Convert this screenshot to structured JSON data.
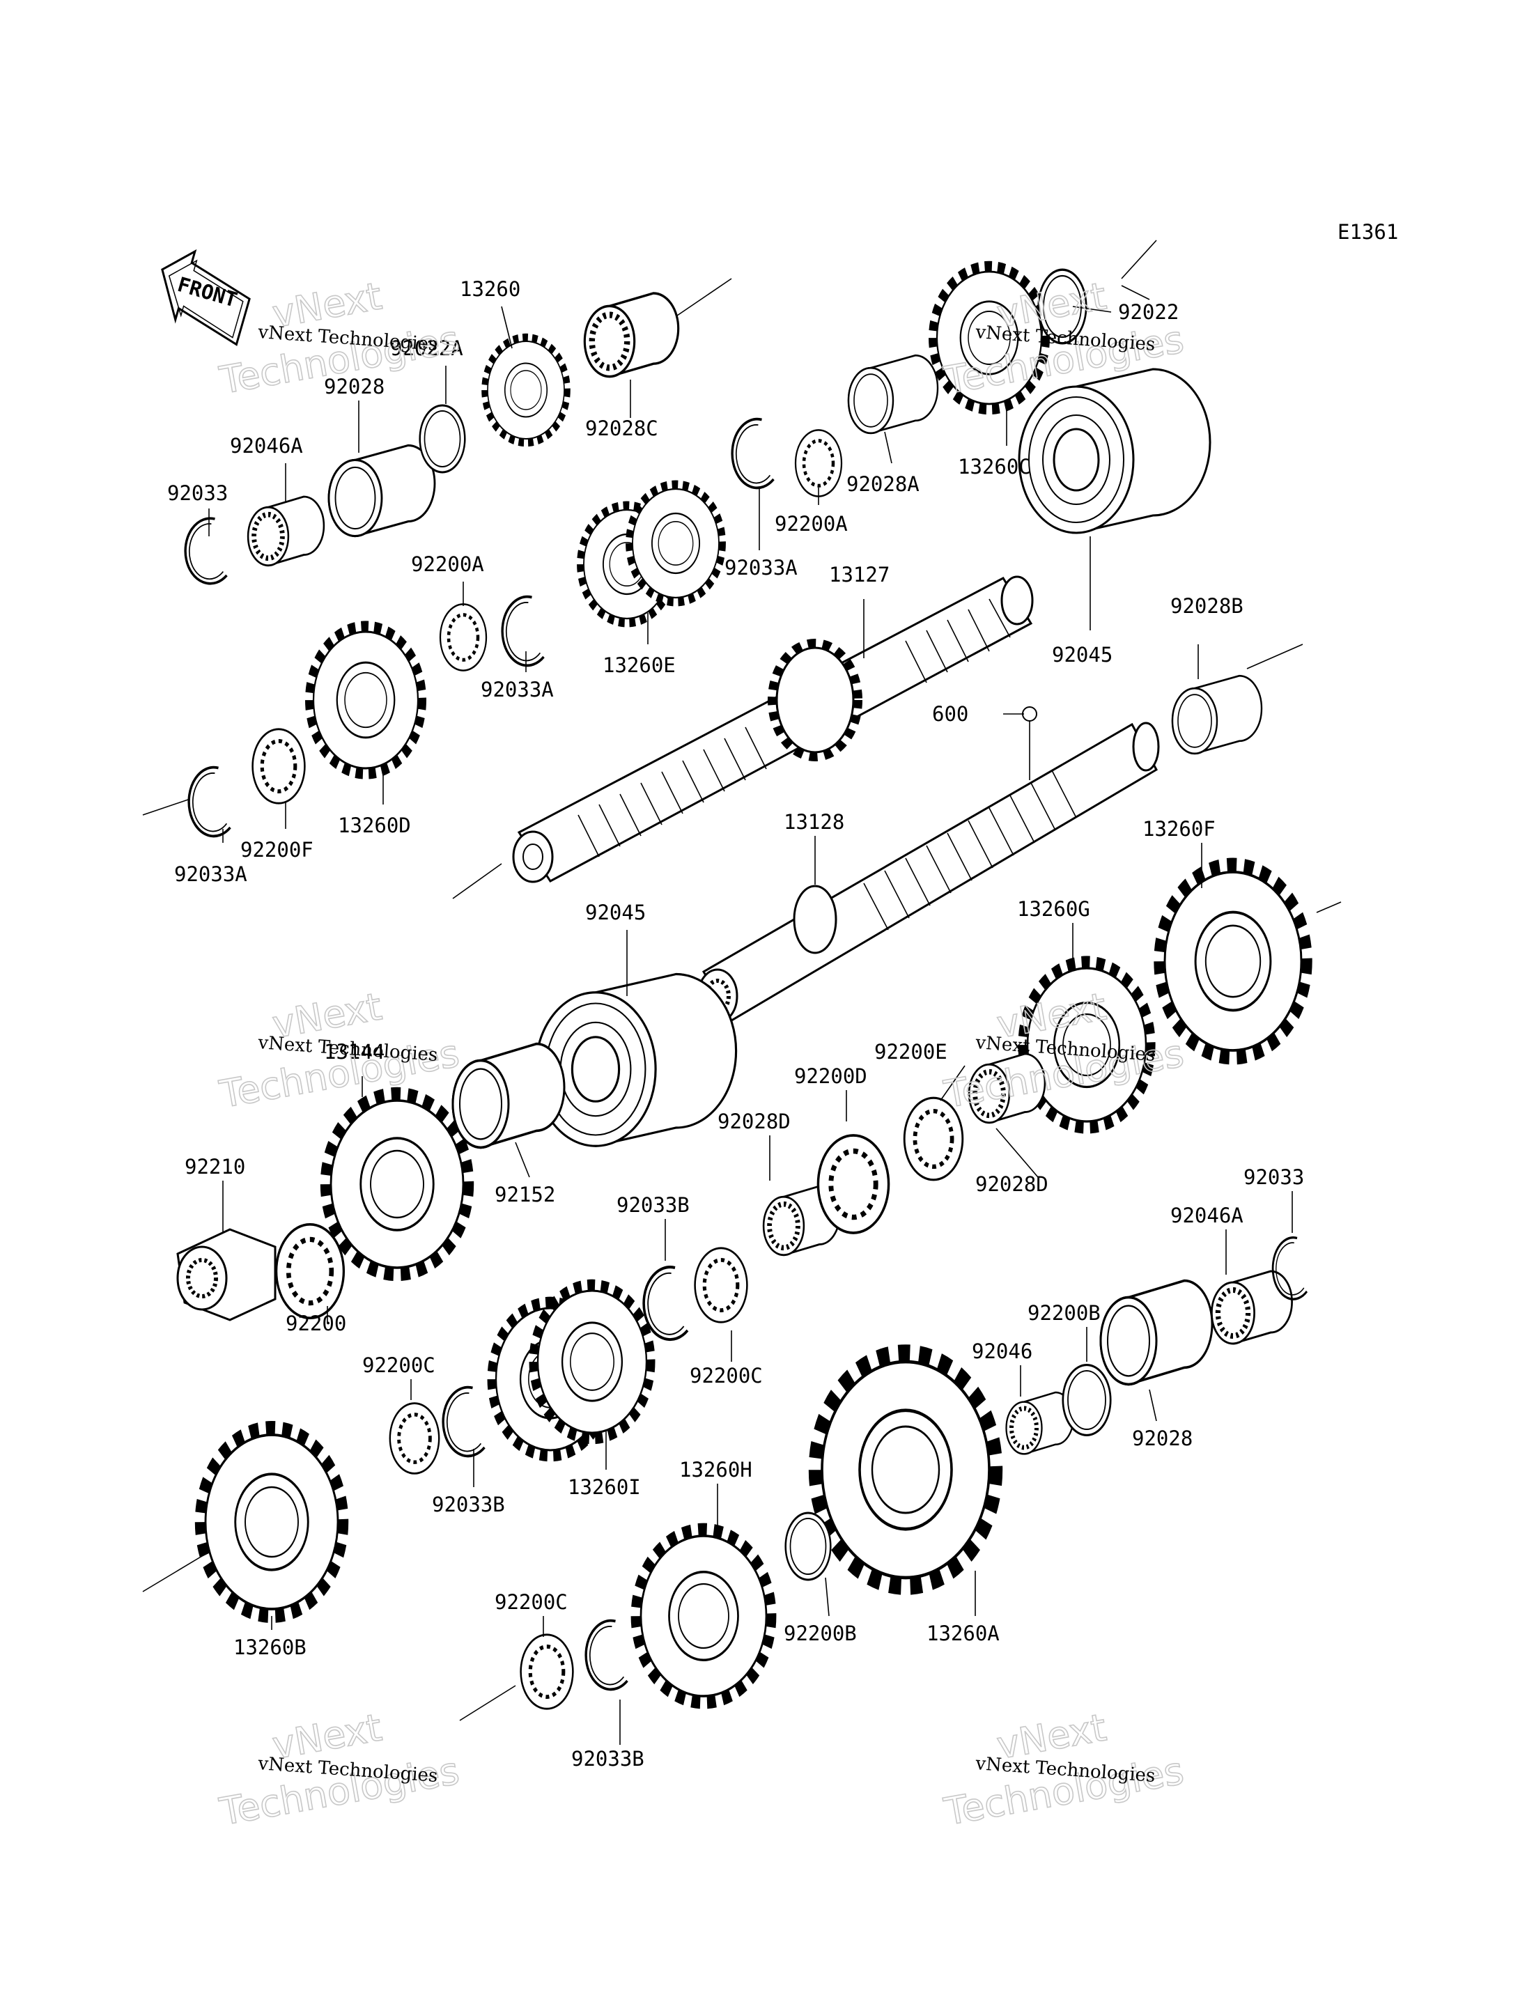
{
  "diagram_code": "E1361",
  "front_label": "FRONT",
  "watermark": {
    "small": "vNext Technologies",
    "big_top": "vNext",
    "big_bottom": "Technologies"
  },
  "labels": {
    "l92022": "92022",
    "l13260": "13260",
    "l92022A": "92022A",
    "l92028_top": "92028",
    "l92046A_top": "92046A",
    "l92033_top": "92033",
    "l92028C": "92028C",
    "l92028A": "92028A",
    "l13260C": "13260C",
    "l92200A_top": "92200A",
    "l92200A_left": "92200A",
    "l92033A_mid": "92033A",
    "l92033A_left": "92033A",
    "l92033A_bot": "92033A",
    "l13127": "13127",
    "l13260E": "13260E",
    "l92045_top": "92045",
    "l92028B": "92028B",
    "l600": "600",
    "l13260D": "13260D",
    "l92200F": "92200F",
    "l13128": "13128",
    "l13260F": "13260F",
    "l13260G": "13260G",
    "l92045_mid": "92045",
    "l13144": "13144",
    "l92200E": "92200E",
    "l92200D": "92200D",
    "l92028D_top": "92028D",
    "l92028D_right": "92028D",
    "l92210": "92210",
    "l92152": "92152",
    "l92033B_top": "92033B",
    "l92033_right": "92033",
    "l92046A_right": "92046A",
    "l92200": "92200",
    "l92200C_top": "92200C",
    "l92200C_mid": "92200C",
    "l92200B_top": "92200B",
    "l92046": "92046",
    "l92028_right": "92028",
    "l13260I": "13260I",
    "l92033B_mid": "92033B",
    "l13260H": "13260H",
    "l13260B": "13260B",
    "l92200C_bot": "92200C",
    "l92200B_bot": "92200B",
    "l13260A": "13260A",
    "l92033B_bot": "92033B"
  }
}
